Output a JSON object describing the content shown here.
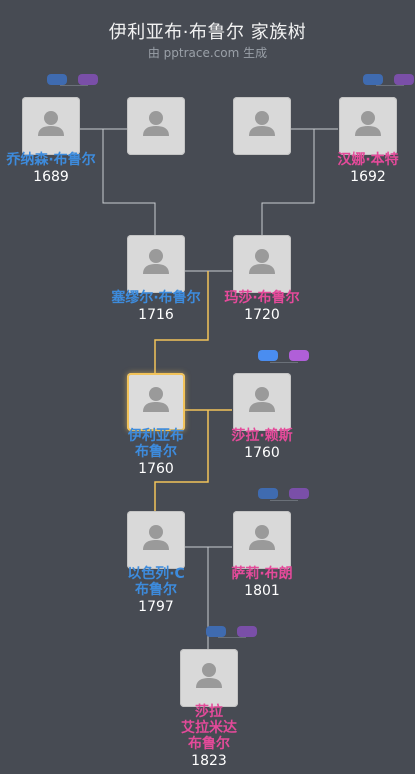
{
  "header": {
    "title": "伊利亚布·布鲁尔 家族树",
    "subtitle": "由 pptrace.com 生成"
  },
  "colors": {
    "background": "#474b53",
    "male": "#3d8bdc",
    "female": "#e44a9a",
    "highlight_line": "#f2c35a",
    "line": "#c9ccd0"
  },
  "people": [
    {
      "id": "p1",
      "name": "乔纳森·布鲁尔",
      "year": "1689",
      "gender": "m"
    },
    {
      "id": "p2",
      "name": "",
      "year": "",
      "gender": "unknown"
    },
    {
      "id": "p3",
      "name": "",
      "year": "",
      "gender": "unknown"
    },
    {
      "id": "p4",
      "name": "汉娜·本特",
      "year": "1692",
      "gender": "f"
    },
    {
      "id": "p5",
      "name": "塞缪尔·布鲁尔",
      "year": "1716",
      "gender": "m"
    },
    {
      "id": "p6",
      "name": "玛莎·布鲁尔",
      "year": "1720",
      "gender": "f"
    },
    {
      "id": "p7",
      "name": "伊利亚布\n布鲁尔",
      "year": "1760",
      "gender": "m",
      "selected": true
    },
    {
      "id": "p8",
      "name": "莎拉·赖斯",
      "year": "1760",
      "gender": "f"
    },
    {
      "id": "p9",
      "name": "以色列·C\n布鲁尔",
      "year": "1797",
      "gender": "m"
    },
    {
      "id": "p10",
      "name": "萨莉·布朗",
      "year": "1801",
      "gender": "f"
    },
    {
      "id": "p11",
      "name": "莎拉\n艾拉米达\n布鲁尔",
      "year": "1823",
      "gender": "f"
    }
  ]
}
